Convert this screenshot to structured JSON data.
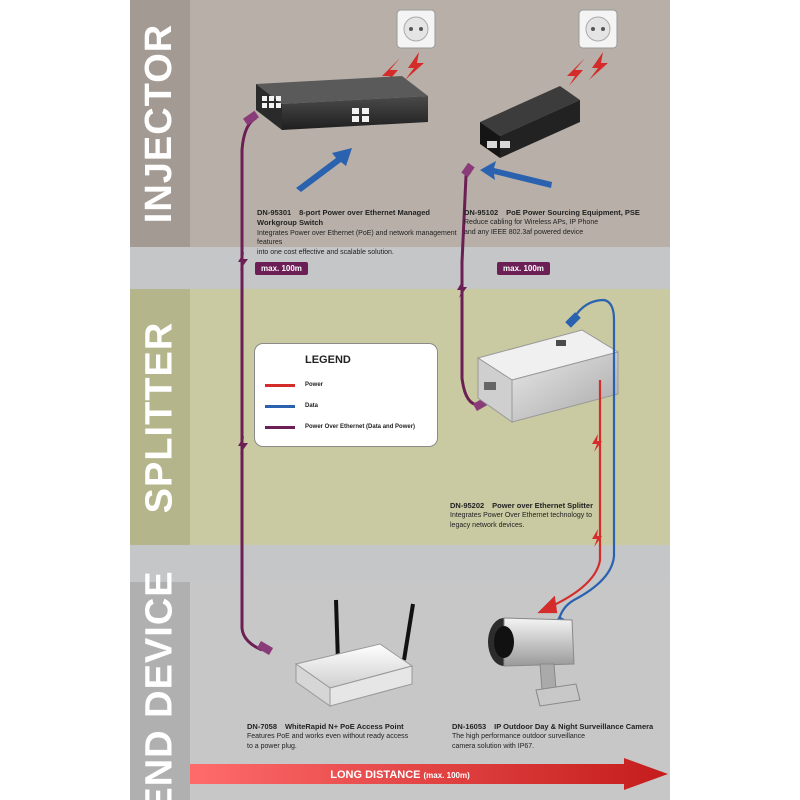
{
  "sections": {
    "injector": "INJECTOR",
    "splitter": "SPLITTER",
    "end_device": "END DEVICE"
  },
  "devices": {
    "switch": {
      "model": "DN-95301",
      "title": "8-port Power over Ethernet Managed Workgroup Switch",
      "desc_line1": "Integrates Power over Ethernet (PoE) and network management features",
      "desc_line2": "into one cost effective and scalable solution."
    },
    "pse": {
      "model": "DN-95102",
      "title": "PoE Power Sourcing Equipment, PSE",
      "desc_line1": "Reduce cabling for Wireless APs, IP Phone",
      "desc_line2": "and any IEEE 802.3af powered device"
    },
    "splitter": {
      "model": "DN-95202",
      "title": "Power over Ethernet Splitter",
      "desc_line1": "Integrates Power Over Ethernet technology to",
      "desc_line2": "legacy network devices."
    },
    "access_point": {
      "model": "DN-7058",
      "title": "WhiteRapid N+ PoE Access Point",
      "desc_line1": "Features PoE and works even without ready access",
      "desc_line2": "to a power plug."
    },
    "camera": {
      "model": "DN-16053",
      "title": "IP Outdoor Day & Night Surveillance Camera",
      "desc_line1": "The high performance outdoor surveillance",
      "desc_line2": "camera solution with IP67."
    }
  },
  "distance_badges": {
    "left": "max. 100m",
    "right": "max. 100m"
  },
  "legend": {
    "title": "LEGEND",
    "items": [
      {
        "label": "Power",
        "color": "#d42b2b"
      },
      {
        "label": "Data",
        "color": "#2a62b0"
      },
      {
        "label": "Power Over Ethernet (Data and Power)",
        "color": "#6b1f55"
      }
    ]
  },
  "long_distance": {
    "label": "LONG DISTANCE",
    "sub": "(max. 100m)"
  },
  "colors": {
    "power": "#d42b2b",
    "data": "#2a62b0",
    "poe": "#6b1f55",
    "arrow": "#2a62b0"
  }
}
